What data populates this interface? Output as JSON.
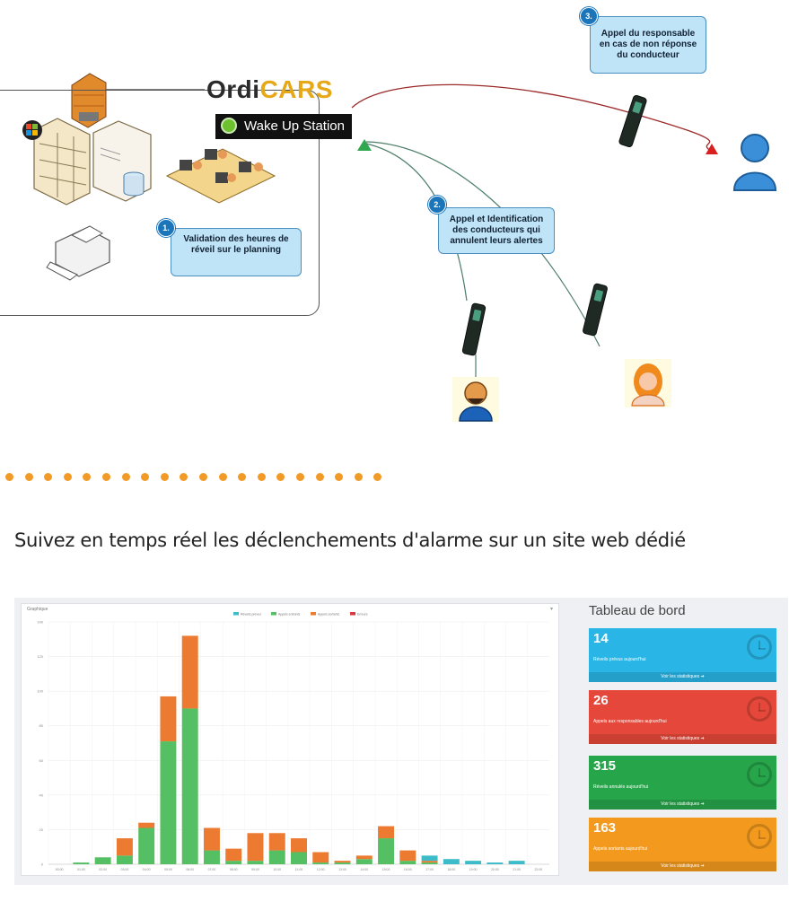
{
  "diagram": {
    "logo_ordi": "Ordi",
    "logo_cars": "CARS",
    "wakeup_label": "Wake Up Station",
    "step1_badge": "1.",
    "step1_text": "Validation des heures de réveil sur le planning",
    "step2_badge": "2.",
    "step2_text": "Appel et Identification des conducteurs qui annulent leurs alertes",
    "step3_badge": "3.",
    "step3_text": "Appel du responsable en cas de non réponse du conducteur"
  },
  "heading": "Suivez en temps réel les déclenchements d'alarme sur un site web dédié",
  "dashboard": {
    "panel_title": "Graphique",
    "title": "Tableau de bord",
    "cards": [
      {
        "value": "14",
        "label": "Réveils prévus aujourd'hui",
        "link": "Voir les statistiques",
        "color": "#29b6e6"
      },
      {
        "value": "26",
        "label": "Appels aux responsables aujourd'hui",
        "link": "Voir les statistiques",
        "color": "#e5483a"
      },
      {
        "value": "315",
        "label": "Réveils annulés aujourd'hui",
        "link": "Voir les statistiques",
        "color": "#27a54a"
      },
      {
        "value": "163",
        "label": "Appels sortants aujourd'hui",
        "link": "Voir les statistiques",
        "color": "#f39a1e"
      }
    ]
  },
  "chart_data": {
    "type": "bar",
    "stacked": true,
    "grid": true,
    "legend": "top",
    "ylim": [
      0,
      140
    ],
    "yticks": [
      0,
      20,
      40,
      60,
      80,
      100,
      120,
      140
    ],
    "categories": [
      "00:00",
      "01:00",
      "02:00",
      "03:00",
      "04:00",
      "05:00",
      "06:00",
      "07:00",
      "08:00",
      "09:00",
      "10:00",
      "11:00",
      "12:00",
      "13:00",
      "14:00",
      "15:00",
      "16:00",
      "17:00",
      "18:00",
      "19:00",
      "20:00",
      "21:00",
      "22:00"
    ],
    "series": [
      {
        "name": "Réveils prévus",
        "color": "#3cbcc8",
        "values": [
          0,
          0,
          0,
          0,
          0,
          0,
          0,
          0,
          0,
          0,
          0,
          0,
          0,
          0,
          0,
          0,
          0,
          3,
          3,
          2,
          1,
          2,
          0
        ]
      },
      {
        "name": "Appels entrants",
        "color": "#55c063",
        "values": [
          0,
          1,
          4,
          5,
          21,
          71,
          90,
          8,
          2,
          2,
          8,
          7,
          1,
          1,
          3,
          15,
          2,
          1,
          0,
          0,
          0,
          0,
          0
        ]
      },
      {
        "name": "Appels sortants",
        "color": "#ec7a30",
        "values": [
          0,
          0,
          0,
          10,
          3,
          26,
          42,
          13,
          7,
          16,
          10,
          8,
          6,
          1,
          2,
          7,
          6,
          1,
          0,
          0,
          0,
          0,
          0
        ]
      },
      {
        "name": "Erreurs",
        "color": "#d9363e",
        "values": [
          0,
          0,
          0,
          0,
          0,
          0,
          0,
          0,
          0,
          0,
          0,
          0,
          0,
          0,
          0,
          0,
          0,
          0,
          0,
          0,
          0,
          0,
          0
        ]
      }
    ]
  }
}
